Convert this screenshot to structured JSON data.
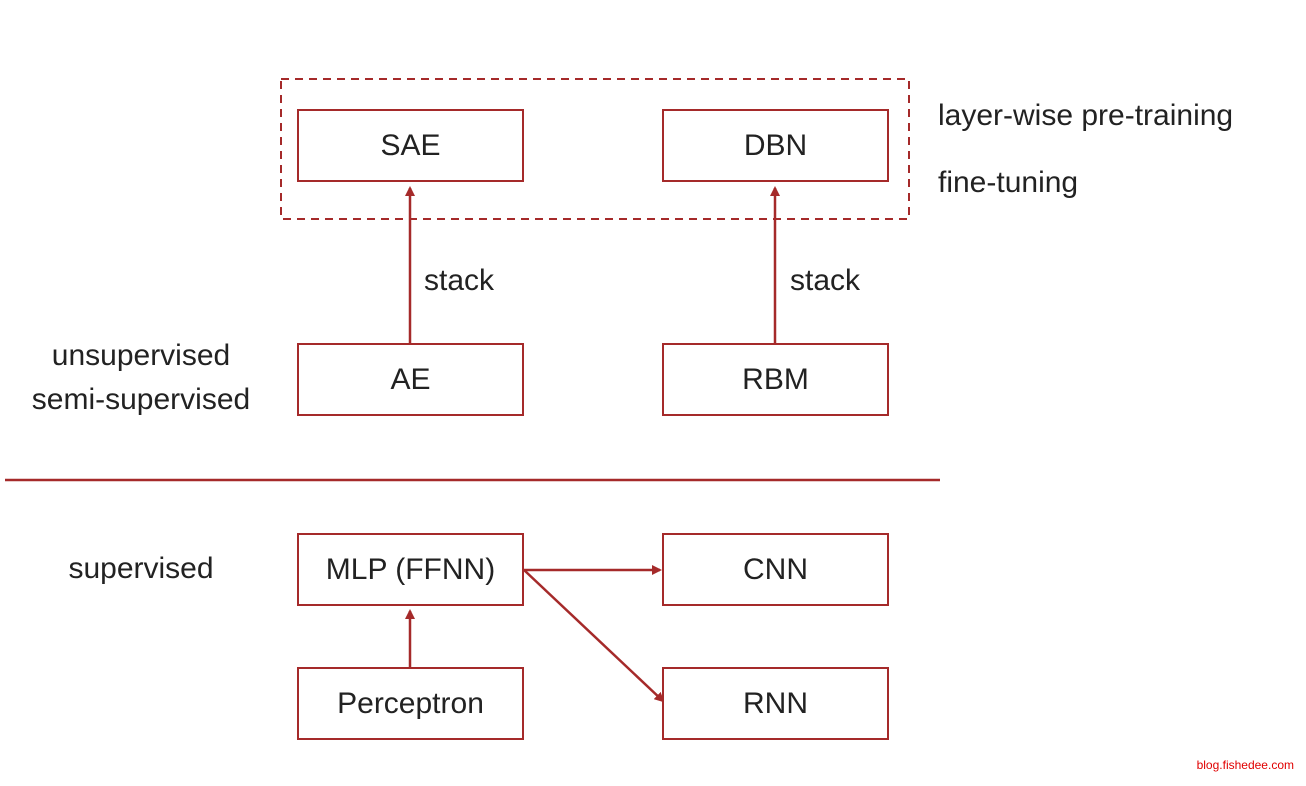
{
  "nodes": {
    "sae": "SAE",
    "dbn": "DBN",
    "ae": "AE",
    "rbm": "RBM",
    "mlp": "MLP (FFNN)",
    "cnn": "CNN",
    "rnn": "RNN",
    "perceptron": "Perceptron"
  },
  "group_labels": {
    "pretraining": "layer-wise pre-training",
    "finetuning": "fine-tuning"
  },
  "edge_labels": {
    "stack_left": "stack",
    "stack_right": "stack"
  },
  "row_labels": {
    "unsupervised": "unsupervised",
    "semi_supervised": "semi-supervised",
    "supervised": "supervised"
  },
  "watermark": "blog.fishedee.com",
  "colors": {
    "accent": "#a52a2a",
    "text": "#222222",
    "watermark": "#e00000"
  }
}
